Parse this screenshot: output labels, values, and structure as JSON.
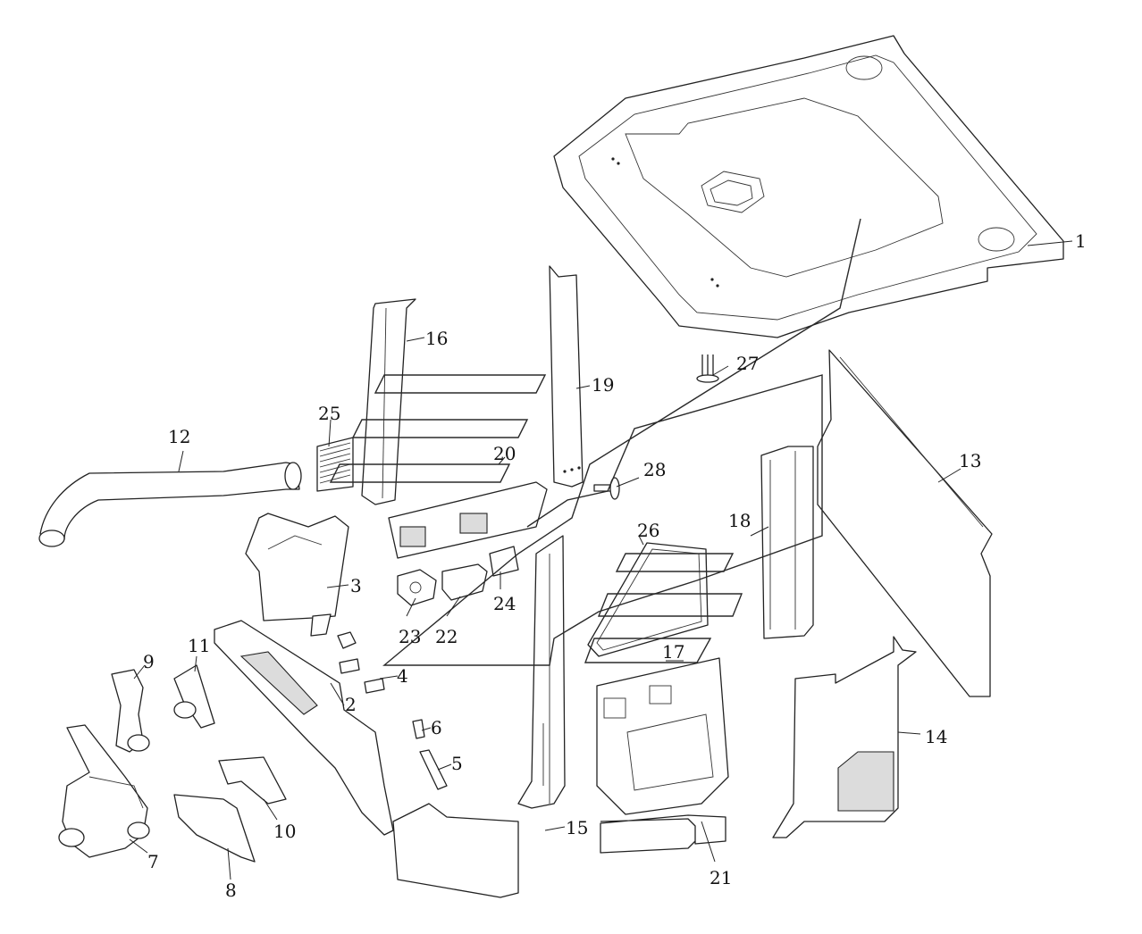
{
  "callouts": [
    {
      "id": "1",
      "label": "1"
    },
    {
      "id": "2",
      "label": "2"
    },
    {
      "id": "3",
      "label": "3"
    },
    {
      "id": "4",
      "label": "4"
    },
    {
      "id": "5",
      "label": "5"
    },
    {
      "id": "6",
      "label": "6"
    },
    {
      "id": "7",
      "label": "7"
    },
    {
      "id": "8",
      "label": "8"
    },
    {
      "id": "9",
      "label": "9"
    },
    {
      "id": "10",
      "label": "10"
    },
    {
      "id": "11",
      "label": "11"
    },
    {
      "id": "12",
      "label": "12"
    },
    {
      "id": "13",
      "label": "13"
    },
    {
      "id": "14",
      "label": "14"
    },
    {
      "id": "15",
      "label": "15"
    },
    {
      "id": "16",
      "label": "16"
    },
    {
      "id": "17",
      "label": "17"
    },
    {
      "id": "18",
      "label": "18"
    },
    {
      "id": "19",
      "label": "19"
    },
    {
      "id": "20",
      "label": "20"
    },
    {
      "id": "21",
      "label": "21"
    },
    {
      "id": "22",
      "label": "22"
    },
    {
      "id": "23",
      "label": "23"
    },
    {
      "id": "24",
      "label": "24"
    },
    {
      "id": "25",
      "label": "25"
    },
    {
      "id": "26",
      "label": "26"
    },
    {
      "id": "27",
      "label": "27"
    },
    {
      "id": "28",
      "label": "28"
    }
  ],
  "colors": {
    "line": "#222222",
    "background": "#ffffff",
    "fill_shade": "#dcdcdc"
  },
  "watermark": {
    "type": "outline-logo"
  }
}
